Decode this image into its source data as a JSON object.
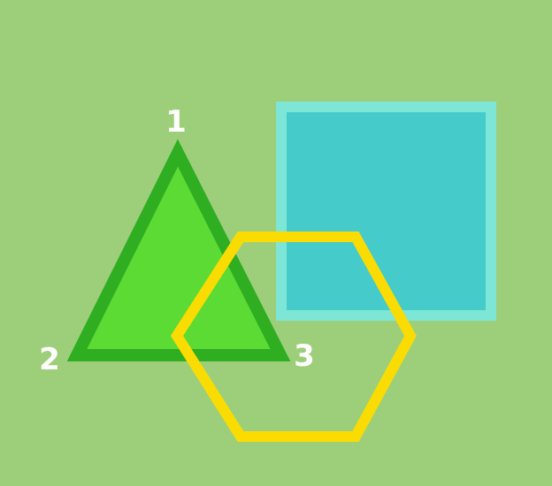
{
  "colors": {
    "background": "#9dcf7b",
    "triangle_fill": "#5bdb34",
    "triangle_stroke": "#2fae22",
    "square_fill": "#45cbca",
    "square_stroke": "#7de6d6",
    "hexagon_stroke": "#fbdc00",
    "label_color": "#ffffff"
  },
  "triangle": {
    "vertex_labels": [
      "1",
      "2",
      "3"
    ]
  }
}
